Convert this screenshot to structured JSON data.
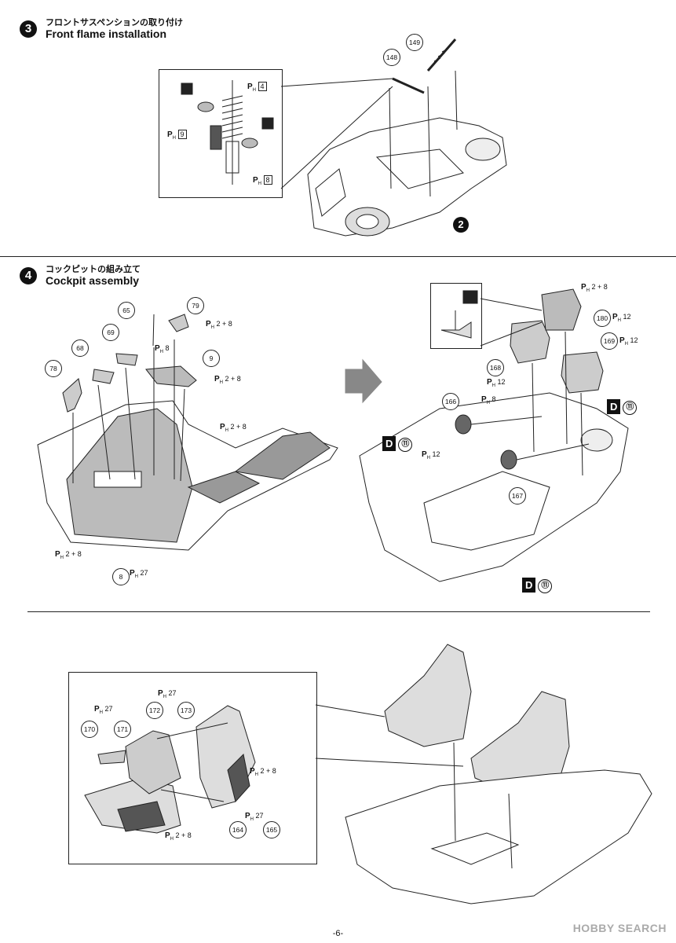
{
  "step3": {
    "number": "3",
    "title_jp": "フロントサスペンションの取り付け",
    "title_en": "Front flame installation",
    "parts": [
      "148",
      "149"
    ],
    "subassembly_ref": "2",
    "paint": [
      {
        "code": "4"
      },
      {
        "code": "9"
      },
      {
        "code": "8"
      }
    ]
  },
  "step4": {
    "number": "4",
    "title_jp": "コックピットの組み立て",
    "title_en": "Cockpit assembly",
    "parts": [
      "65",
      "79",
      "69",
      "68",
      "78",
      "9",
      "8",
      "166",
      "167",
      "168",
      "169",
      "180"
    ],
    "paint": [
      {
        "text": "2 + 8"
      },
      {
        "text": "2 + 8"
      },
      {
        "text": "2 + 8"
      },
      {
        "text": "2 + 8"
      },
      {
        "text": "27"
      },
      {
        "text": "2 + 8"
      },
      {
        "text": "12"
      },
      {
        "text": "12"
      },
      {
        "text": "12"
      },
      {
        "text": "8"
      },
      {
        "text": "12"
      },
      {
        "text": "8"
      }
    ],
    "decal_labels": [
      {
        "letter": "D",
        "num": "⑪"
      },
      {
        "letter": "D",
        "num": "⑪"
      },
      {
        "letter": "D",
        "num": "⑪"
      }
    ]
  },
  "step5": {
    "parts": [
      "170",
      "171",
      "172",
      "173",
      "164",
      "165"
    ],
    "paint": [
      {
        "text": "27"
      },
      {
        "text": "27"
      },
      {
        "text": "2 + 8"
      },
      {
        "text": "2 + 8"
      },
      {
        "text": "27"
      }
    ]
  },
  "footer": {
    "page": "-6-"
  },
  "watermark": "HOBBY SEARCH"
}
